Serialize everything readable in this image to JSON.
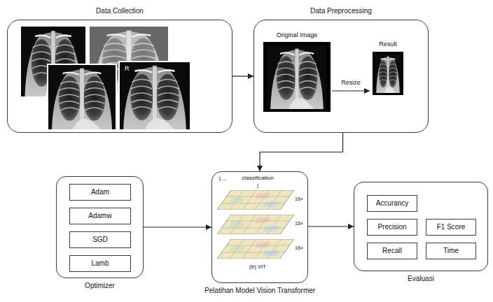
{
  "diagram": {
    "nodes": [
      {
        "text": [
          "Data Collection"
        ]
      },
      {
        "text": [
          "Data Preprocessing"
        ]
      },
      {
        "text": [
          "Optimizer"
        ]
      },
      {
        "text": [
          "Adam"
        ],
        "in": 2
      },
      {
        "text": [
          "Adamw"
        ],
        "in": 2
      },
      {
        "text": [
          "SGD"
        ],
        "in": 2
      },
      {
        "text": [
          "Lamb"
        ],
        "in": 2
      },
      {
        "text": [
          "Pelatihan Model Vision Transformer"
        ]
      },
      {
        "text": [
          "Evaluasi"
        ]
      },
      {
        "text": [
          "Accurancy"
        ],
        "in": 8
      },
      {
        "text": [
          "Precision"
        ],
        "in": 8
      },
      {
        "text": [
          "F1 Score"
        ],
        "in": 8
      },
      {
        "text": [
          "Recall"
        ],
        "in": 8
      },
      {
        "text": [
          "Time"
        ],
        "in": 8
      }
    ],
    "edges": [
      {
        "from": 0,
        "to": 1,
        "arrow": "to"
      },
      {
        "from": 1,
        "to": 7,
        "arrow": "to"
      },
      {
        "from": 2,
        "to": 7,
        "arrow": "to"
      },
      {
        "from": 7,
        "to": 8,
        "arrow": "to"
      }
    ],
    "labels": [
      "R",
      "Original Image",
      "Resize",
      "Result",
      "1 ...",
      "classification",
      "16×",
      "16×",
      "16×",
      "(b) ViT"
    ]
  }
}
